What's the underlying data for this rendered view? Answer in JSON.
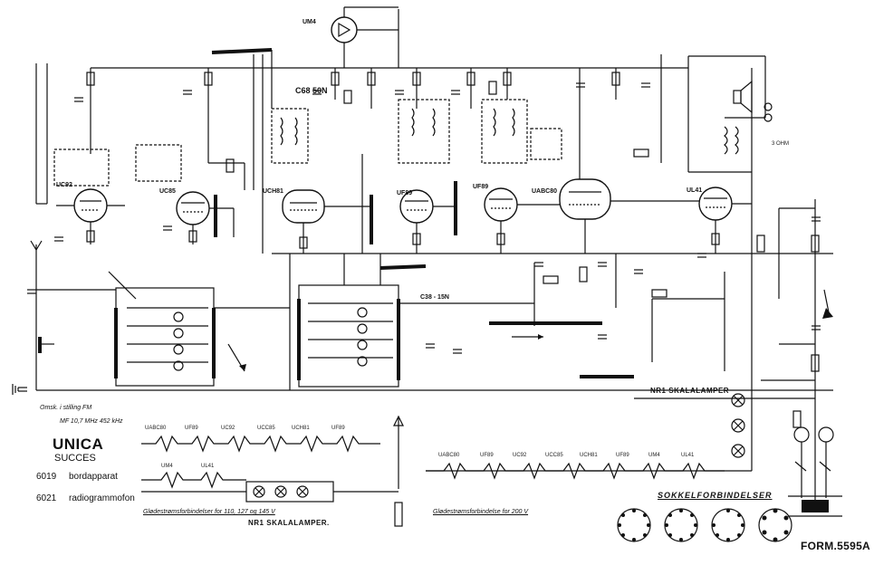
{
  "title_block": {
    "brand": "UNICA",
    "model": "SUCCES",
    "models": [
      {
        "number": "6019",
        "desc": "bordapparat"
      },
      {
        "number": "6021",
        "desc": "radiogrammofon"
      }
    ],
    "form_number": "FORM.5595A"
  },
  "tubes": {
    "uc92": "UC92",
    "ucc85": "UC85",
    "uch81": "UCH81",
    "uf89_1": "UF89",
    "uf89_2": "UF89",
    "uabc80": "UABC80",
    "ul41": "UL41",
    "um4": "UM4"
  },
  "labels": {
    "dsc_cap": "C68 50N",
    "c38": "C38 - 15N",
    "scale_lamps": "NR1 SKALALAMPER",
    "scale_lamps_2": "NR1 SKALALAMPER.",
    "socket_title": "SOKKELFORBINDELSER",
    "heater_chain_top": [
      "UABC80",
      "UF89",
      "UC92",
      "UCC85",
      "UCH81",
      "UF89"
    ],
    "heater_chain_bottom_left": [
      "UM4",
      "UL41"
    ],
    "heater_chain_right": [
      "UABC80",
      "UF89",
      "UC92",
      "UCC85",
      "UCH81",
      "UF89",
      "UM4",
      "UL41"
    ],
    "note_omsk": "Omsk. i stilling FM",
    "note_mf": "MF 10,7 MHz  452 kHz",
    "note_glow": "Glødestrømsforbindelser for 110, 127 og 145 V",
    "note_dist": "Glødestrømsforbindelse for 200 V",
    "speaker_ohm": "3 OHM"
  },
  "colors": {
    "ink": "#111111",
    "paper": "#ffffff"
  }
}
